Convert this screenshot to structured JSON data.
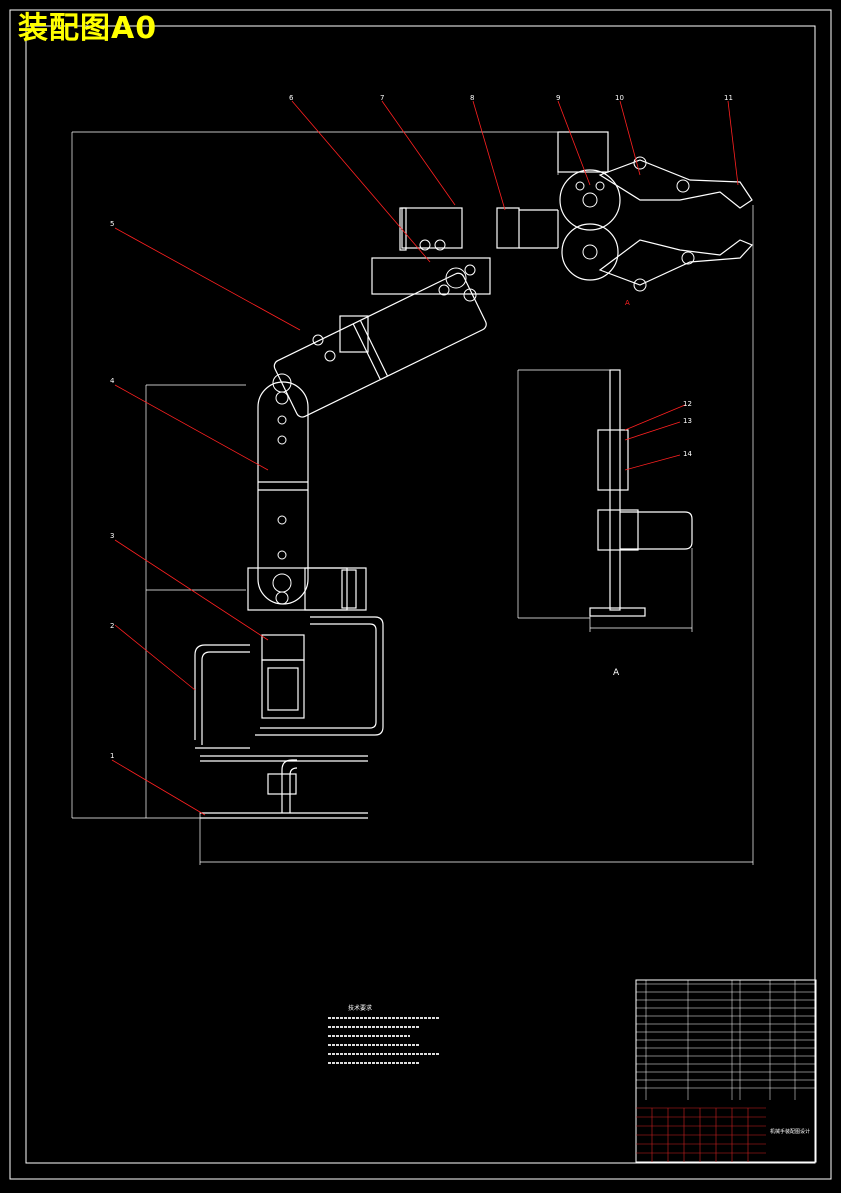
{
  "drawing": {
    "title": "装配图A0",
    "colors": {
      "background": "#000000",
      "outline": "#ffffff",
      "leader": "#ff2020",
      "title": "#ffff00",
      "table": "#d02020"
    },
    "part_numbers": [
      "1",
      "2",
      "3",
      "4",
      "5",
      "6",
      "7",
      "8",
      "9",
      "10",
      "11",
      "12",
      "13",
      "14"
    ],
    "view_label": "A",
    "section_arrow_label": "A",
    "tech_heading": "技术要求",
    "title_block_name": "机械手装配图设计"
  }
}
